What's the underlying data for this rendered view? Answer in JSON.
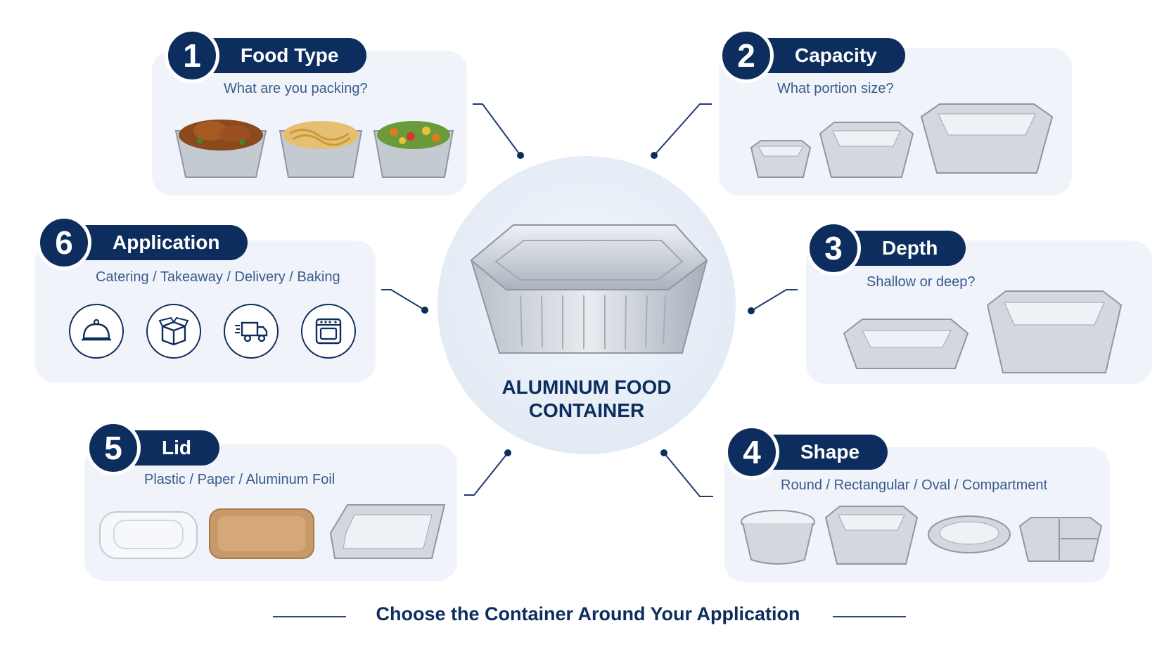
{
  "center": {
    "title_line1": "ALUMINUM FOOD",
    "title_line2": "CONTAINER"
  },
  "steps": [
    {
      "number": "1",
      "title": "Food Type",
      "subtitle": "What are you packing?"
    },
    {
      "number": "2",
      "title": "Capacity",
      "subtitle": "What portion size?"
    },
    {
      "number": "3",
      "title": "Depth",
      "subtitle": "Shallow or deep?"
    },
    {
      "number": "4",
      "title": "Shape",
      "subtitle": "Round / Rectangular / Oval / Compartment"
    },
    {
      "number": "5",
      "title": "Lid",
      "subtitle": "Plastic / Paper / Aluminum Foil"
    },
    {
      "number": "6",
      "title": "Application",
      "subtitle": "Catering / Takeaway / Delivery / Baking"
    }
  ],
  "application_icons": [
    "cloche-icon",
    "box-icon",
    "delivery-truck-icon",
    "oven-icon"
  ],
  "footer": {
    "text": "Choose the Container Around Your Application"
  },
  "colors": {
    "navy": "#0d2d5e",
    "panel": "#f0f4fa",
    "foil": "#c9ced5",
    "kraft": "#c89a6a"
  }
}
